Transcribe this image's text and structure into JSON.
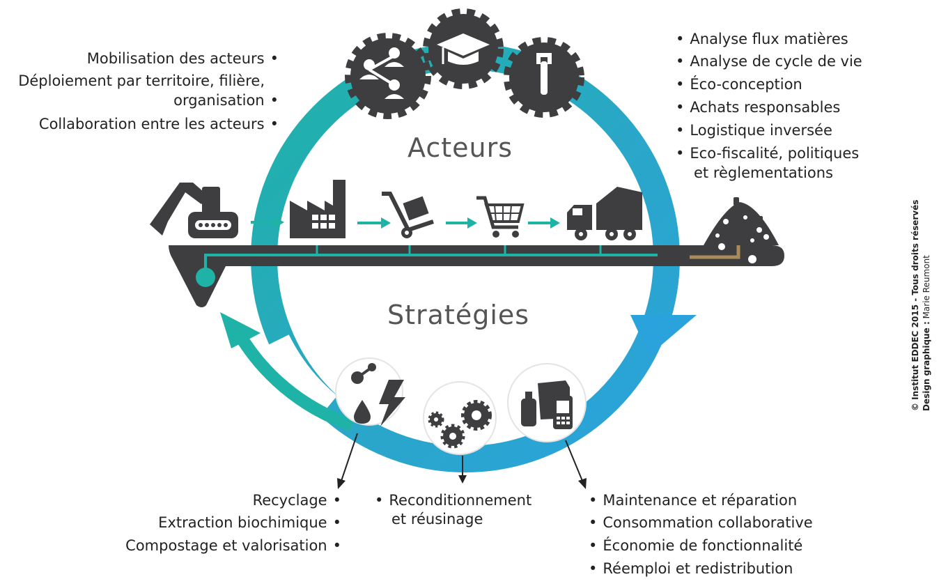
{
  "labels": {
    "acteurs": "Acteurs",
    "strategies": "Stratégies"
  },
  "top_left": [
    "Mobilisation des acteurs",
    "Déploiement par territoire, filière,",
    "organisation",
    "Collaboration entre les acteurs"
  ],
  "top_right": [
    "Analyse flux matières",
    "Analyse de cycle de vie",
    "Éco-conception",
    "Achats responsables",
    "Logistique inversée",
    "Eco-fiscalité, politiques",
    "et règlementations"
  ],
  "bottom_left": [
    "Recyclage",
    "Extraction biochimique",
    "Compostage et valorisation"
  ],
  "bottom_middle": [
    "Reconditionnement",
    "et réusinage"
  ],
  "bottom_right": [
    "Maintenance et réparation",
    "Consommation collaborative",
    "Économie de fonctionnalité",
    "Réemploi et redistribution"
  ],
  "credit": {
    "line1": "© Institut EDDEC 2015 - Tous droits réservés",
    "line2_bold": "Design graphique :",
    "line2_rest": " Marie Reumont"
  },
  "colors": {
    "teal": "#1fb2a6",
    "blue": "#2aa3dc",
    "dark": "#3e3e40",
    "brown": "#a88a5b"
  },
  "icons": [
    "network-gear-icon",
    "graduation-gear-icon",
    "wrench-gear-icon",
    "excavator-icon",
    "factory-icon",
    "hand-truck-icon",
    "shopping-cart-icon",
    "garbage-truck-icon",
    "waste-pile-icon",
    "molecule-energy-icon",
    "gears-icon",
    "products-icon"
  ]
}
